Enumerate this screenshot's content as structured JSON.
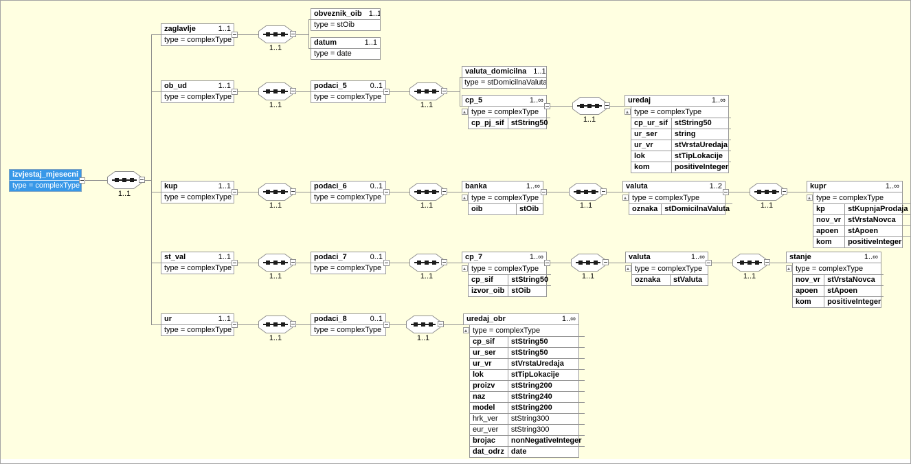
{
  "colors": {
    "canvas": "#ffffe1",
    "selection_blue": "#3898e8",
    "box_border": "#969696",
    "line_gray": "#8f8f8f"
  },
  "seq": {
    "card": "1..1"
  },
  "nodes": {
    "root": {
      "name": "izvjestaj_mjesecni",
      "type": "type = complexType"
    },
    "zaglavlje": {
      "name": "zaglavlje",
      "card": "1..1",
      "type": "type = complexType"
    },
    "obveznik_oib": {
      "name": "obveznik_oib",
      "card": "1..1",
      "type": "type = stOib"
    },
    "datum": {
      "name": "datum",
      "card": "1..1",
      "type": "type = date"
    },
    "ob_ud": {
      "name": "ob_ud",
      "card": "1..1",
      "type": "type = complexType"
    },
    "podaci_5": {
      "name": "podaci_5",
      "card": "0..1",
      "type": "type = complexType"
    },
    "valuta_domicilna": {
      "name": "valuta_domicilna",
      "card": "1..1",
      "type": "type = stDomicilnaValuta"
    },
    "cp_5": {
      "name": "cp_5",
      "card": "1..∞",
      "type": "type = complexType",
      "attrs": [
        {
          "name": "cp_pj_sif",
          "type": "stString50"
        }
      ]
    },
    "uredaj": {
      "name": "uredaj",
      "card": "1..∞",
      "type": "type = complexType",
      "attrs": [
        {
          "name": "cp_ur_sif",
          "type": "stString50"
        },
        {
          "name": "ur_ser",
          "type": "string"
        },
        {
          "name": "ur_vr",
          "type": "stVrstaUredaja"
        },
        {
          "name": "lok",
          "type": "stTipLokacije"
        },
        {
          "name": "kom",
          "type": "positiveInteger"
        }
      ]
    },
    "kup": {
      "name": "kup",
      "card": "1..1",
      "type": "type = complexType"
    },
    "podaci_6": {
      "name": "podaci_6",
      "card": "0..1",
      "type": "type = complexType"
    },
    "banka": {
      "name": "banka",
      "card": "1..∞",
      "type": "type = complexType",
      "attrs": [
        {
          "name": "oib",
          "type": "stOib"
        }
      ]
    },
    "valuta_kup": {
      "name": "valuta",
      "card": "1..2",
      "type": "type = complexType",
      "attrs": [
        {
          "name": "oznaka",
          "type": "stDomicilnaValuta"
        }
      ]
    },
    "kupr": {
      "name": "kupr",
      "card": "1..∞",
      "type": "type = complexType",
      "attrs": [
        {
          "name": "kp",
          "type": "stKupnjaProdaja"
        },
        {
          "name": "nov_vr",
          "type": "stVrstaNovca"
        },
        {
          "name": "apoen",
          "type": "stApoen"
        },
        {
          "name": "kom",
          "type": "positiveInteger"
        }
      ]
    },
    "st_val": {
      "name": "st_val",
      "card": "1..1",
      "type": "type = complexType"
    },
    "podaci_7": {
      "name": "podaci_7",
      "card": "0..1",
      "type": "type = complexType"
    },
    "cp_7": {
      "name": "cp_7",
      "card": "1..∞",
      "type": "type = complexType",
      "attrs": [
        {
          "name": "cp_sif",
          "type": "stString50"
        },
        {
          "name": "izvor_oib",
          "type": "stOib"
        }
      ]
    },
    "valuta_st": {
      "name": "valuta",
      "card": "1..∞",
      "type": "type = complexType",
      "attrs": [
        {
          "name": "oznaka",
          "type": "stValuta"
        }
      ]
    },
    "stanje": {
      "name": "stanje",
      "card": "1..∞",
      "type": "type = complexType",
      "attrs": [
        {
          "name": "nov_vr",
          "type": "stVrstaNovca"
        },
        {
          "name": "apoen",
          "type": "stApoen"
        },
        {
          "name": "kom",
          "type": "positiveInteger"
        }
      ]
    },
    "ur": {
      "name": "ur",
      "card": "1..1",
      "type": "type = complexType"
    },
    "podaci_8": {
      "name": "podaci_8",
      "card": "0..1",
      "type": "type = complexType"
    },
    "uredaj_obr": {
      "name": "uredaj_obr",
      "card": "1..∞",
      "type": "type = complexType",
      "attrs": [
        {
          "name": "cp_sif",
          "type": "stString50"
        },
        {
          "name": "ur_ser",
          "type": "stString50"
        },
        {
          "name": "ur_vr",
          "type": "stVrstaUredaja"
        },
        {
          "name": "lok",
          "type": "stTipLokacije"
        },
        {
          "name": "proizv",
          "type": "stString200"
        },
        {
          "name": "naz",
          "type": "stString240"
        },
        {
          "name": "model",
          "type": "stString200"
        },
        {
          "name": "hrk_ver",
          "type": "stString300",
          "optional": true
        },
        {
          "name": "eur_ver",
          "type": "stString300",
          "optional": true
        },
        {
          "name": "brojac",
          "type": "nonNegativeInteger"
        },
        {
          "name": "dat_odrz",
          "type": "date"
        }
      ]
    }
  }
}
